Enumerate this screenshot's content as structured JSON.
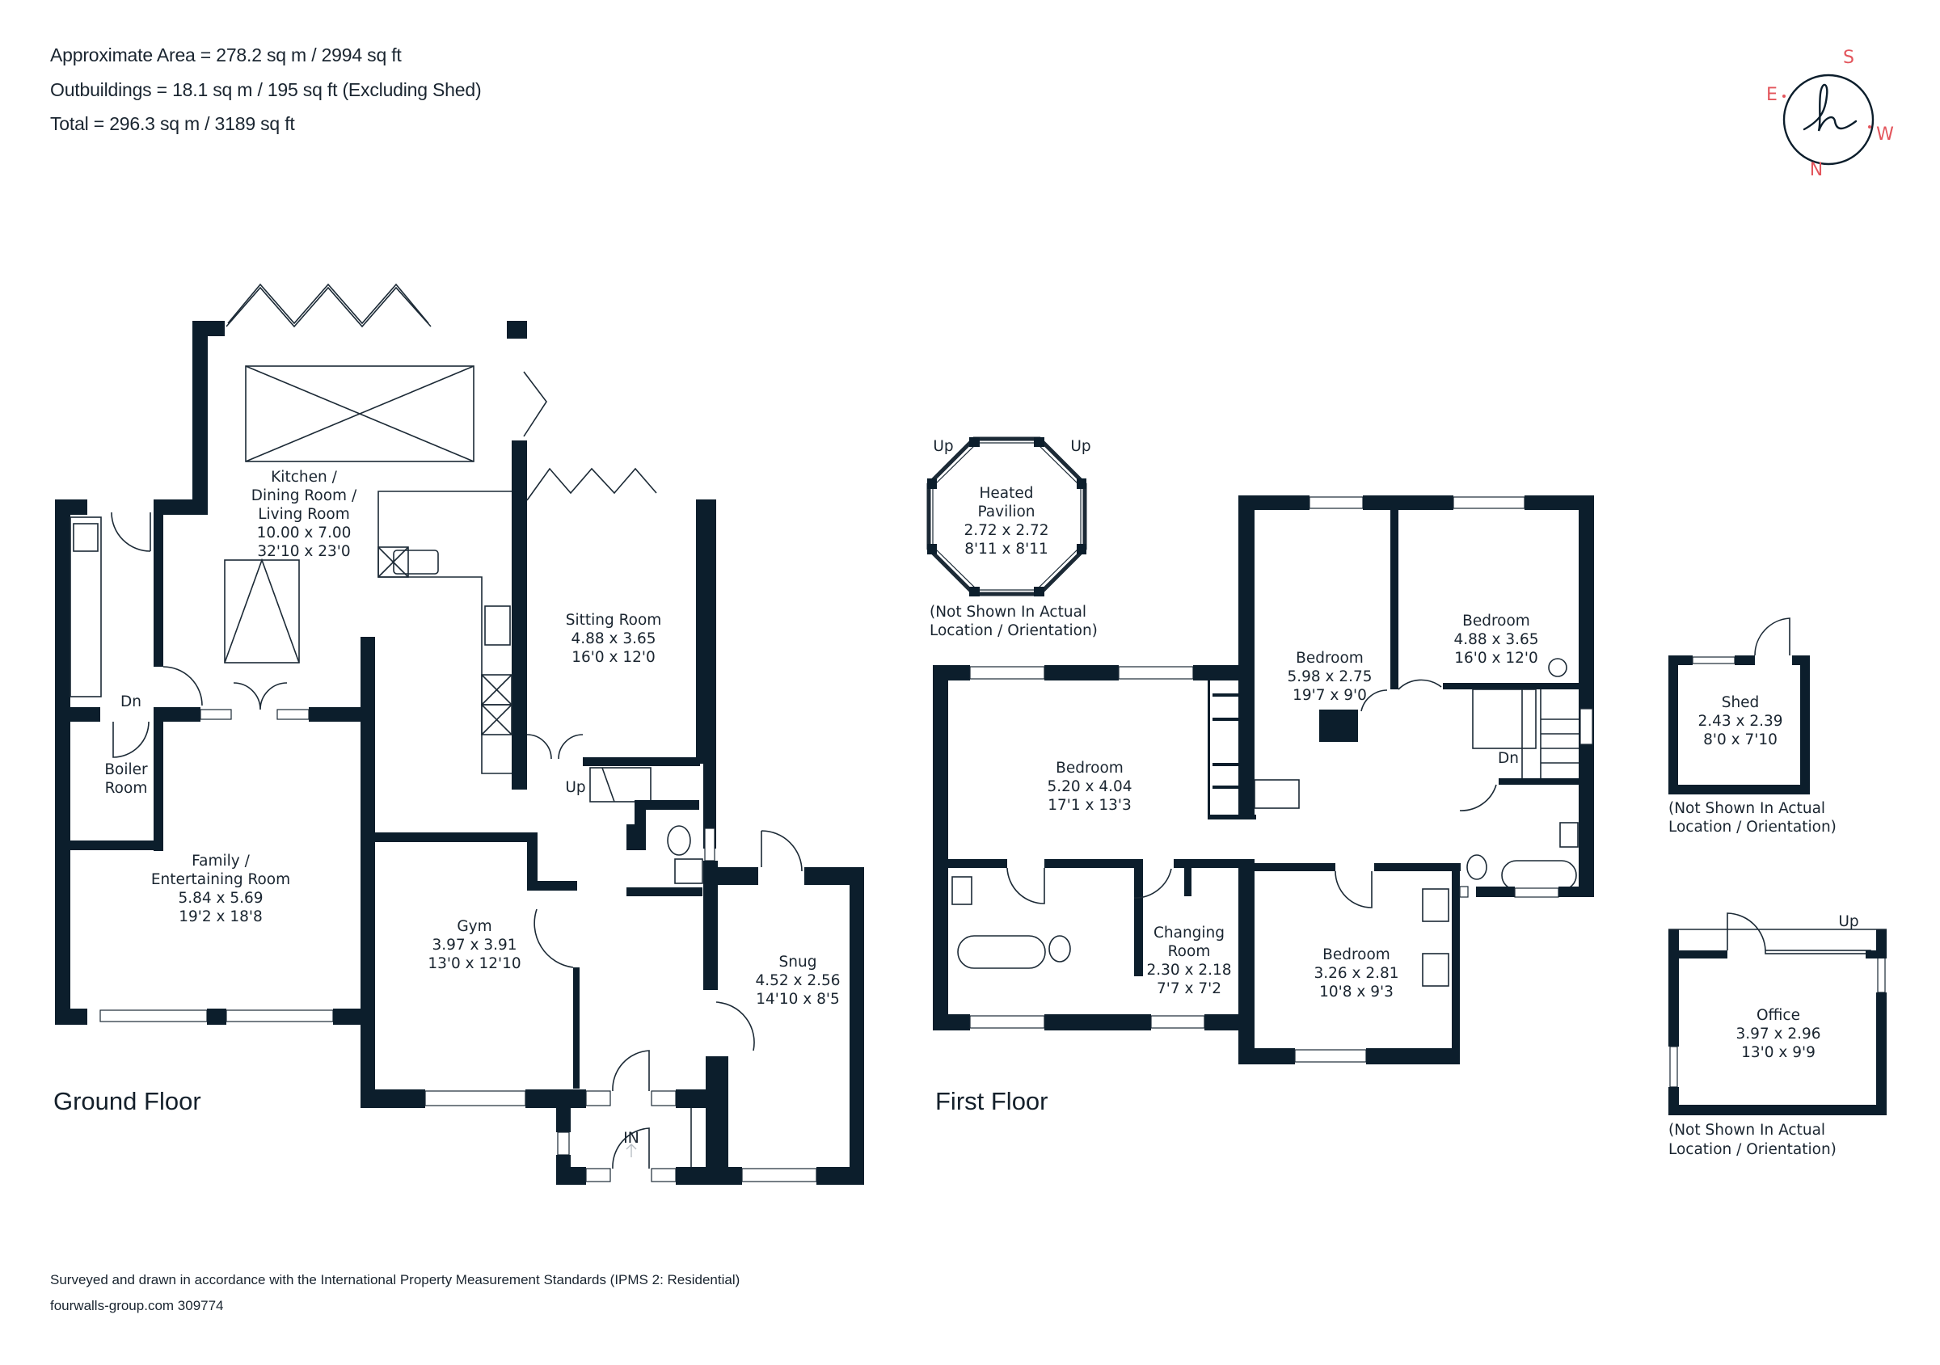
{
  "header": {
    "approximate_area": "Approximate Area = 278.2 sq m / 2994 sq ft",
    "outbuildings": "Outbuildings = 18.1 sq m / 195 sq ft (Excluding Shed)",
    "total": "Total = 296.3 sq m / 3189 sq ft"
  },
  "compass": {
    "north": "N",
    "south": "S",
    "east": "E",
    "west": "W",
    "logo_glyph": "h",
    "accent_color": "#e3555c",
    "ring_color": "#0c1e2c"
  },
  "ground_floor": {
    "label": "Ground Floor",
    "rooms": {
      "kitchen": {
        "name_lines": [
          "Kitchen /",
          "Dining Room /",
          "Living Room"
        ],
        "metric": "10.00 x 7.00",
        "imperial": "32'10 x 23'0"
      },
      "sitting": {
        "name_lines": [
          "Sitting Room"
        ],
        "metric": "4.88 x 3.65",
        "imperial": "16'0 x 12'0"
      },
      "boiler": {
        "name_lines": [
          "Boiler",
          "Room"
        ]
      },
      "family": {
        "name_lines": [
          "Family /",
          "Entertaining Room"
        ],
        "metric": "5.84 x 5.69",
        "imperial": "19'2 x 18'8"
      },
      "gym": {
        "name_lines": [
          "Gym"
        ],
        "metric": "3.97 x 3.91",
        "imperial": "13'0 x 12'10"
      },
      "snug": {
        "name_lines": [
          "Snug"
        ],
        "metric": "4.52 x 2.56",
        "imperial": "14'10 x 8'5"
      }
    },
    "markers": {
      "up": "Up",
      "down": "Dn",
      "entrance": "IN"
    }
  },
  "first_floor": {
    "label": "First Floor",
    "rooms": {
      "pavilion": {
        "name_lines": [
          "Heated",
          "Pavilion"
        ],
        "metric": "2.72 x 2.72",
        "imperial": "8'11 x 8'11",
        "note_lines": [
          "(Not Shown In Actual",
          "Location / Orientation)"
        ]
      },
      "bedroom_main": {
        "name_lines": [
          "Bedroom"
        ],
        "metric": "5.20 x 4.04",
        "imperial": "17'1 x 13'3"
      },
      "bedroom_2": {
        "name_lines": [
          "Bedroom"
        ],
        "metric": "5.98 x 2.75",
        "imperial": "19'7 x 9'0"
      },
      "bedroom_3": {
        "name_lines": [
          "Bedroom"
        ],
        "metric": "4.88 x 3.65",
        "imperial": "16'0 x 12'0"
      },
      "bedroom_4": {
        "name_lines": [
          "Bedroom"
        ],
        "metric": "3.26 x 2.81",
        "imperial": "10'8 x 9'3"
      },
      "changing": {
        "name_lines": [
          "Changing",
          "Room"
        ],
        "metric": "2.30 x 2.18",
        "imperial": "7'7 x 7'2"
      }
    },
    "markers": {
      "up": "Up",
      "down": "Dn"
    }
  },
  "outbuildings": {
    "shed": {
      "name_lines": [
        "Shed"
      ],
      "metric": "2.43 x 2.39",
      "imperial": "8'0 x 7'10",
      "note_lines": [
        "(Not Shown In Actual",
        "Location / Orientation)"
      ]
    },
    "office": {
      "name_lines": [
        "Office"
      ],
      "metric": "3.97 x 2.96",
      "imperial": "13'0 x 9'9",
      "note_lines": [
        "(Not Shown In Actual",
        "Location / Orientation)"
      ],
      "up": "Up"
    }
  },
  "footer": {
    "standards": "Surveyed and drawn in accordance with the International Property Measurement Standards (IPMS 2: Residential)",
    "reference": "fourwalls-group.com 309774"
  },
  "colors": {
    "wall": "#0c1e2c",
    "text": "#1a2530",
    "compass_accent": "#e3555c",
    "background": "#ffffff"
  }
}
